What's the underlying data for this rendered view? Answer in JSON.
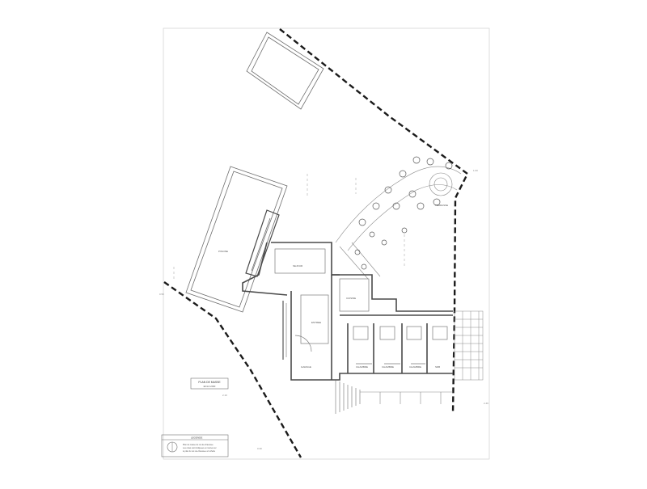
{
  "drawing": {
    "title_block": {
      "line1": "PLAN DE MASSE",
      "line2": "ECH 1/200"
    },
    "legend": {
      "header": "LEGENDE",
      "notes": [
        "Plan de masse du rez-de-chaussee",
        "Les cotes sont indiquees en metres sur",
        "le plan du rez-de-chaussee a l'echelle"
      ]
    },
    "room_labels": [
      "PISCINE",
      "SEJOUR",
      "CUISINE",
      "CHAMBRE",
      "CHAMBRE",
      "CHAMBRE",
      "SDB",
      "GARAGE",
      "TERRASSE",
      "ENTREE"
    ],
    "margin_marks": [
      "2.10",
      "0.50",
      "0.30",
      "1.00",
      "2.40"
    ],
    "colors": {
      "line": "#6f6f6f",
      "boundary": "#1a1a1a",
      "wall": "#4a4a4a"
    }
  }
}
